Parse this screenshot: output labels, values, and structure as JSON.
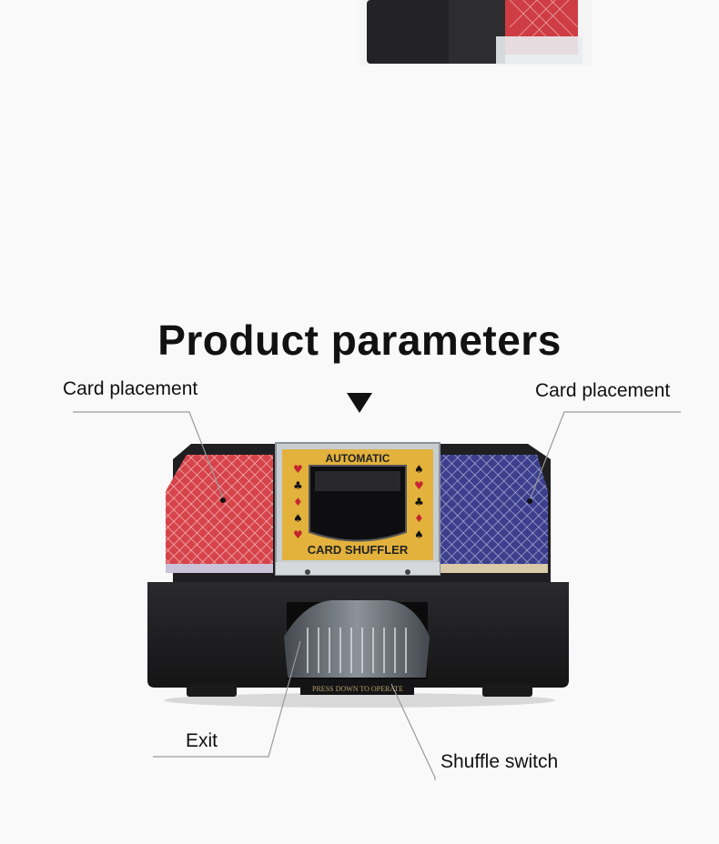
{
  "heading": "Product parameters",
  "callouts": {
    "left_placement": "Card placement",
    "right_placement": "Card placement",
    "exit": "Exit",
    "shuffle_switch": "Shuffle switch"
  },
  "device": {
    "brand_line": "AUTOMATIC",
    "name": "CARD SHUFFLER",
    "switch_text": "PRESS DOWN TO OPERATE"
  },
  "colors": {
    "red_deck": "#d7434a",
    "blue_deck": "#3b3f8c",
    "gold_panel": "#e2b23c",
    "body": "#1d1d1f"
  }
}
